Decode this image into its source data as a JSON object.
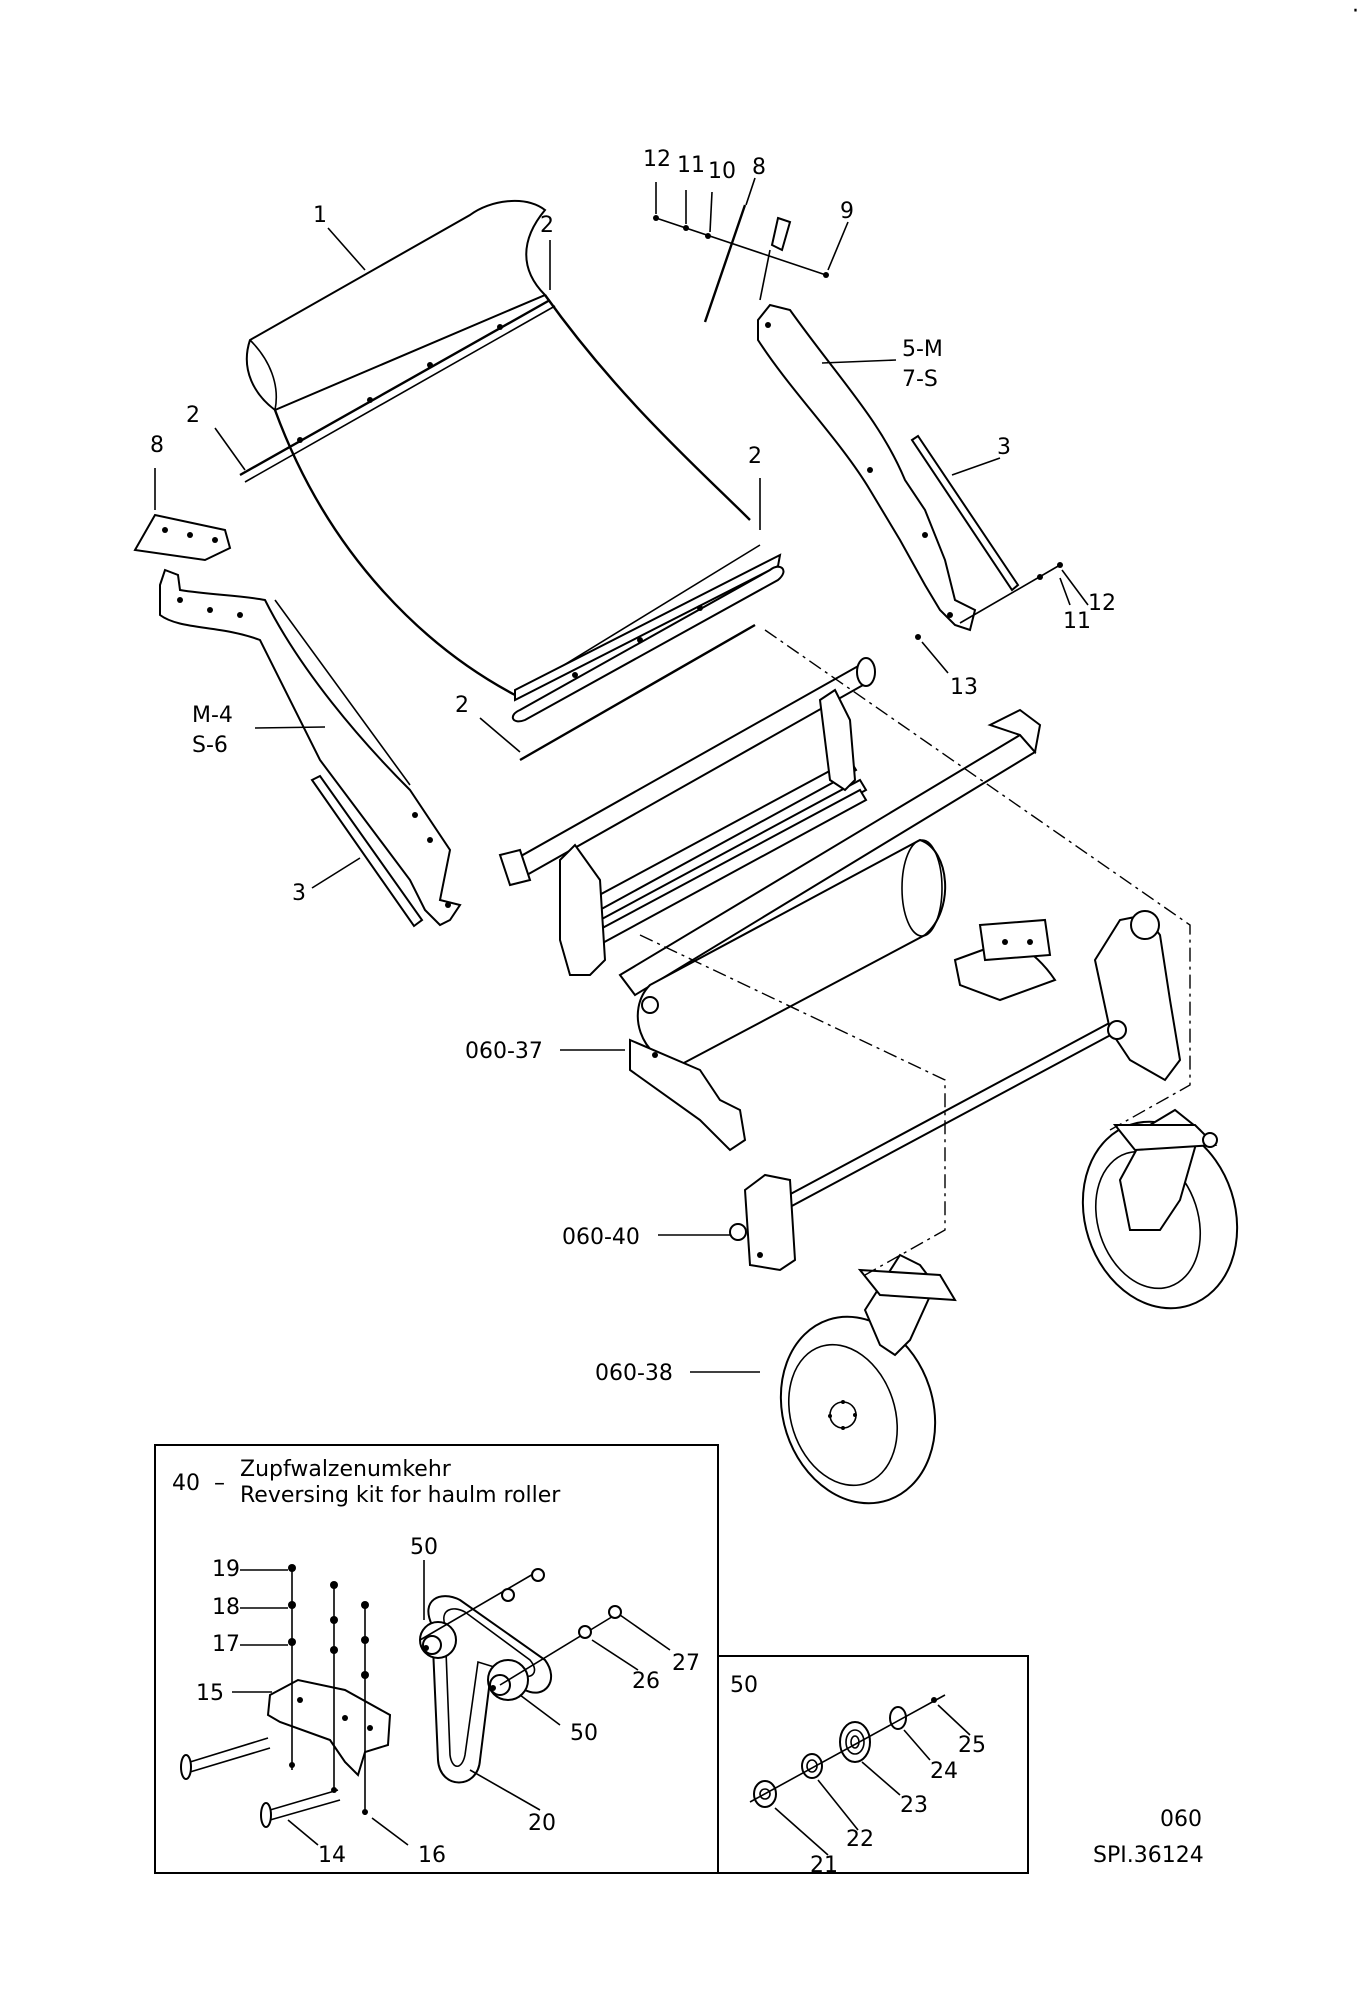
{
  "callouts": {
    "top": [
      "12",
      "11",
      "10",
      "8",
      "9",
      "1",
      "2",
      "5-M",
      "7-S",
      "3",
      "12",
      "11",
      "13"
    ],
    "left": [
      "2",
      "8",
      "2",
      "2",
      "M-4",
      "S-6",
      "3"
    ],
    "assemblies": [
      "060-37",
      "060-40",
      "060-38"
    ]
  },
  "inset_40": {
    "number": "40",
    "dash": "–",
    "title_de": "Zupfwalzenumkehr",
    "title_en": "Reversing kit for haulm roller",
    "labels": [
      "19",
      "18",
      "17",
      "15",
      "50",
      "50",
      "27",
      "26",
      "20",
      "14",
      "16"
    ]
  },
  "inset_50": {
    "number": "50",
    "labels": [
      "25",
      "24",
      "23",
      "22",
      "21"
    ]
  },
  "footer": {
    "page": "060",
    "drawing_id": "SPI.36124"
  },
  "corner_mark": "·"
}
